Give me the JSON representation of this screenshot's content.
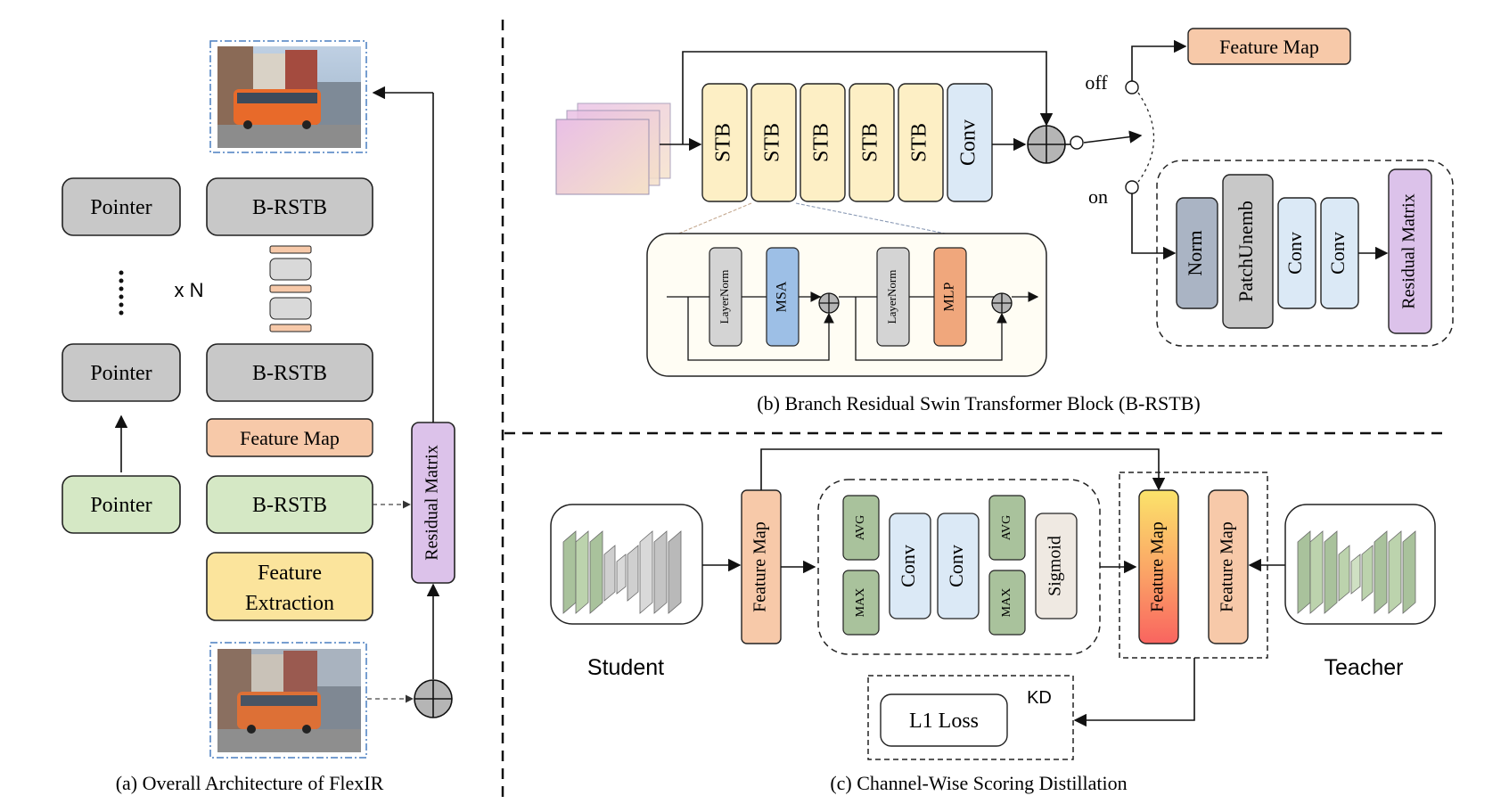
{
  "panel_a": {
    "caption": "(a) Overall Architecture of FlexIR",
    "pointer_label": "Pointer",
    "brstb_label": "B-RSTB",
    "repeat_label": "x N",
    "feature_map_label": "Feature Map",
    "feature_extraction_line1": "Feature",
    "feature_extraction_line2": "Extraction",
    "residual_matrix_label": "Residual Matrix",
    "output_image_desc": "bus-street-photo",
    "input_image_desc": "bus-street-photo"
  },
  "panel_b": {
    "caption": "(b) Branch Residual Swin Transformer Block (B-RSTB)",
    "stb_label": "STB",
    "conv_label": "Conv",
    "switch_off_label": "off",
    "switch_on_label": "on",
    "feature_map_label": "Feature Map",
    "norm_label": "Norm",
    "patch_unemb_label": "PatchUnemb",
    "residual_matrix_label": "Residual Matrix",
    "layernorm_label": "LayerNorm",
    "msa_label": "MSA",
    "mlp_label": "MLP"
  },
  "panel_c": {
    "caption": "(c) Channel-Wise Scoring Distillation",
    "student_label": "Student",
    "teacher_label": "Teacher",
    "feature_map_label": "Feature Map",
    "avg_label": "AVG",
    "max_label": "MAX",
    "conv_label": "Conv",
    "sigmoid_label": "Sigmoid",
    "l1_loss_label": "L1 Loss",
    "kd_label": "KD"
  },
  "colors": {
    "gray_block": "#c8c8c8",
    "green_block": "#d5e8c5",
    "yellow_block": "#fbe49c",
    "peach_block": "#f7c9a9",
    "purple_block": "#dcc2ea",
    "stb_block": "#fdefc5",
    "conv_block": "#dbe9f6",
    "msa_block": "#9dbfe6",
    "mlp_block": "#f0a77c",
    "norm_block": "#aab4c4",
    "pooling_block": "#a9c29c",
    "sigmoid_block": "#efe9e2"
  }
}
